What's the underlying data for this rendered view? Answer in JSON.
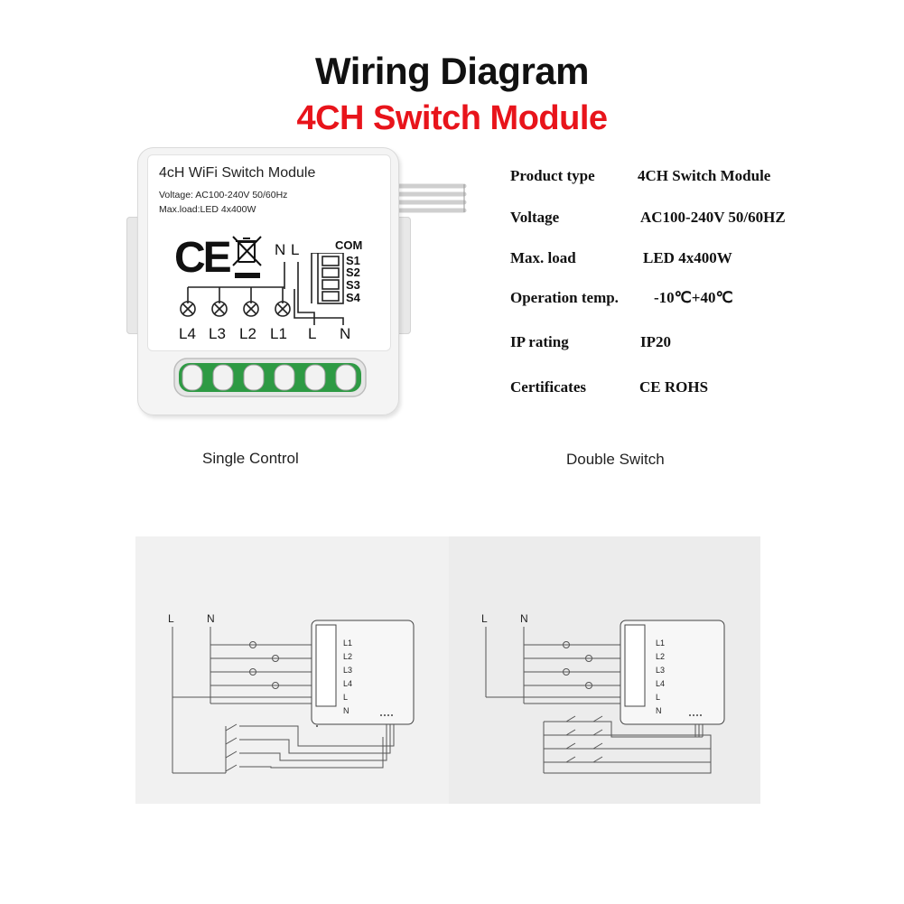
{
  "header": {
    "title": "Wiring Diagram",
    "subtitle": "4CH Switch Module"
  },
  "device": {
    "name": "4cH WiFi Switch Module",
    "voltage": "Voltage: AC100-240V 50/60Hz",
    "max_load": "Max.load:LED 4x400W",
    "ce_mark": "CE",
    "terminal_labels_top": [
      "N",
      "L"
    ],
    "switch_labels": [
      "COM",
      "S1",
      "S2",
      "S3",
      "S4"
    ],
    "load_labels": [
      "L4",
      "L3",
      "L2",
      "L1",
      "L",
      "N"
    ]
  },
  "specs": [
    {
      "key": "Product type",
      "value": "4CH Switch Module"
    },
    {
      "key": "Voltage",
      "value": "AC100-240V  50/60HZ"
    },
    {
      "key": "Max. load",
      "value": "LED  4x400W"
    },
    {
      "key": "Operation temp.",
      "value": "-10℃+40℃"
    },
    {
      "key": "IP rating",
      "value": "IP20"
    },
    {
      "key": "Certificates",
      "value": "CE  ROHS"
    }
  ],
  "captions": {
    "left": "Single Control",
    "right": "Double Switch"
  },
  "wiring": {
    "bus_labels": [
      "L",
      "N"
    ],
    "module_terminals": [
      "L1",
      "L2",
      "L3",
      "L4",
      "L",
      "N"
    ]
  },
  "colors": {
    "subtitle": "#e8141b",
    "terminal_green": "#2e9a44"
  }
}
